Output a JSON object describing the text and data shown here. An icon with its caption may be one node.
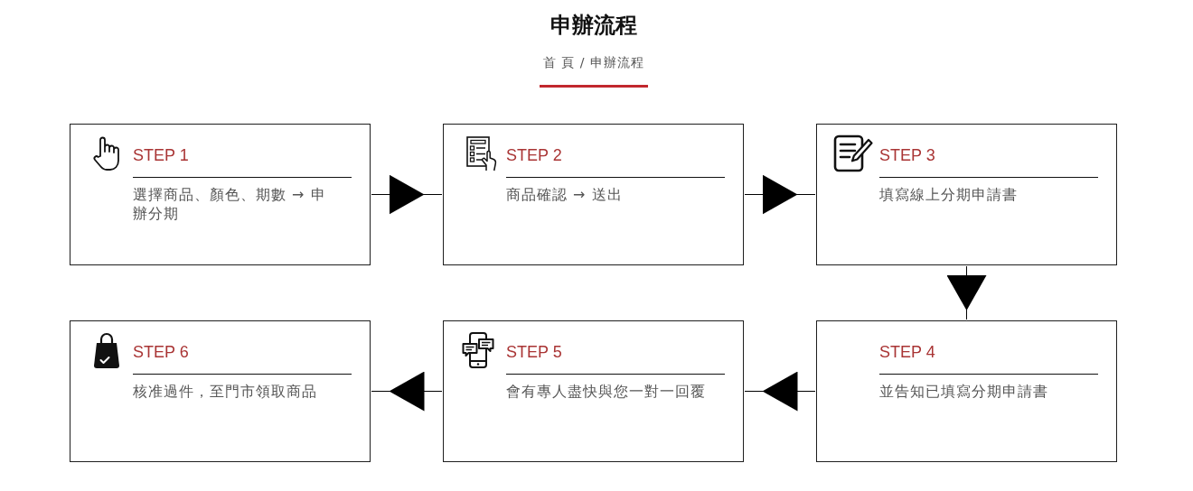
{
  "diagram": {
    "title": "申辦流程",
    "labels": [
      "首 頁 / 申辦流程"
    ],
    "nodes": [
      {
        "text": [
          "STEP 1",
          "選擇商品、顏色、期數 → 申辦分期"
        ]
      },
      {
        "text": [
          "STEP 2",
          "商品確認 → 送出"
        ]
      },
      {
        "text": [
          "STEP 3",
          "填寫線上分期申請書"
        ]
      },
      {
        "text": [
          "STEP 4",
          "並告知已填寫分期申請書"
        ]
      },
      {
        "text": [
          "STEP 5",
          "會有專人盡快與您一對一回覆"
        ]
      },
      {
        "text": [
          "STEP 6",
          "核准過件，至門市領取商品"
        ]
      }
    ],
    "edges": [
      {
        "from": 0,
        "to": 1,
        "arrow": "to"
      },
      {
        "from": 1,
        "to": 2,
        "arrow": "to"
      },
      {
        "from": 2,
        "to": 3,
        "arrow": "to"
      },
      {
        "from": 3,
        "to": 4,
        "arrow": "to"
      },
      {
        "from": 4,
        "to": 5,
        "arrow": "to"
      }
    ]
  }
}
